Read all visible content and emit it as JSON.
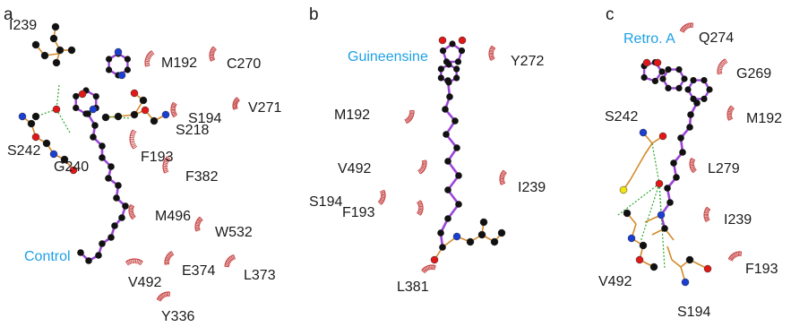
{
  "colors": {
    "bond": "#9b45d6",
    "side_bond": "#d48a2b",
    "atom": "#111111",
    "oxygen": "#e01818",
    "nitrogen": "#1b3fd1",
    "sulfur": "#f2e411",
    "hbond": "#2fa82f",
    "contact": "#c84a4a",
    "label_blue": "#1ea0e6",
    "text": "#1a1a1a"
  },
  "panels": [
    {
      "id": "a",
      "letter": "a",
      "ligand_label": "Control",
      "residues": [
        "I239",
        "M192",
        "C270",
        "S194",
        "V271",
        "S218",
        "S242",
        "G240",
        "F193",
        "F382",
        "M496",
        "W532",
        "E374",
        "L373",
        "V492",
        "Y336"
      ]
    },
    {
      "id": "b",
      "letter": "b",
      "ligand_label": "Guineensine",
      "residues": [
        "Y272",
        "M192",
        "V492",
        "S194",
        "F193",
        "I239",
        "L381"
      ]
    },
    {
      "id": "c",
      "letter": "c",
      "ligand_label": "Retro. A",
      "residues": [
        "Q274",
        "G269",
        "M192",
        "L279",
        "I239",
        "F193",
        "V492",
        "S194",
        "S242"
      ]
    }
  ]
}
